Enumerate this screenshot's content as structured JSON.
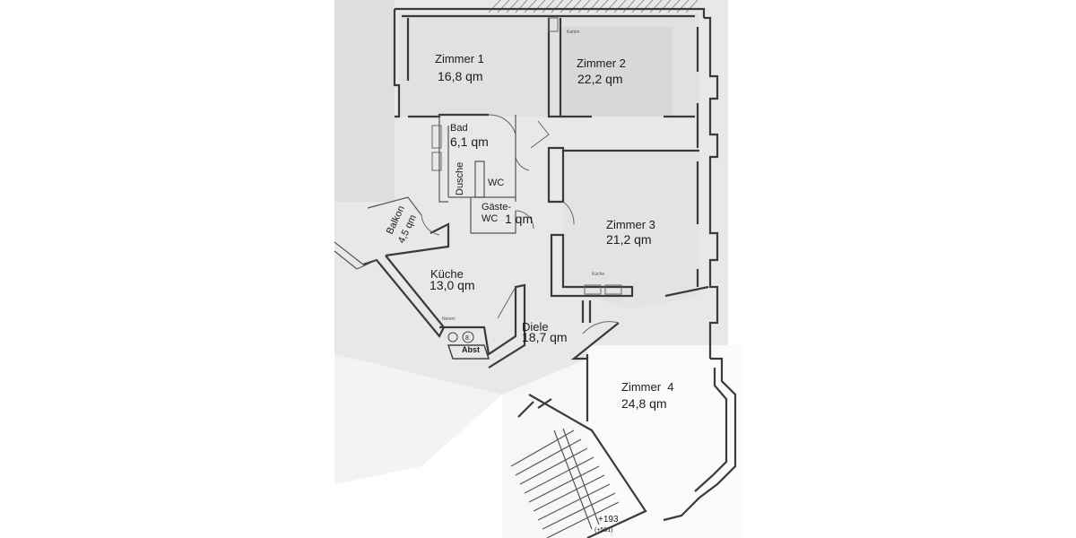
{
  "rooms": {
    "zimmer1": {
      "name": "Zimmer 1",
      "area": "16,8 qm"
    },
    "zimmer2": {
      "name": "Zimmer 2",
      "area": "22,2 qm"
    },
    "bad": {
      "name": "Bad",
      "area": "6,1 qm"
    },
    "dusche": {
      "name": "Dusche"
    },
    "wc": {
      "name": "WC"
    },
    "gaeste_wc": {
      "name_line1": "Gäste-",
      "name_line2": "WC",
      "area": "1 qm"
    },
    "zimmer3": {
      "name": "Zimmer 3",
      "area": "21,2 qm"
    },
    "balkon": {
      "name": "Balkon",
      "area": "4,5 qm"
    },
    "kueche": {
      "name": "Küche",
      "area": "13,0 qm"
    },
    "diele": {
      "name": "Diele",
      "area": "18,7 qm"
    },
    "zimmer4": {
      "name": "Zimmer  4",
      "area": "24,8 qm"
    }
  },
  "annotations": {
    "abst": "Abst",
    "abst_circle": "8",
    "level_main": "+193",
    "level_sub": "(+561)",
    "small_room_note": "Kamm",
    "kueche_note": "Nemm",
    "zimmer3_note": "Küche"
  },
  "colors": {
    "paper_gray": "#e4e4e2",
    "room_shade": "#dcdcda",
    "wall": "#3a3a3a"
  }
}
